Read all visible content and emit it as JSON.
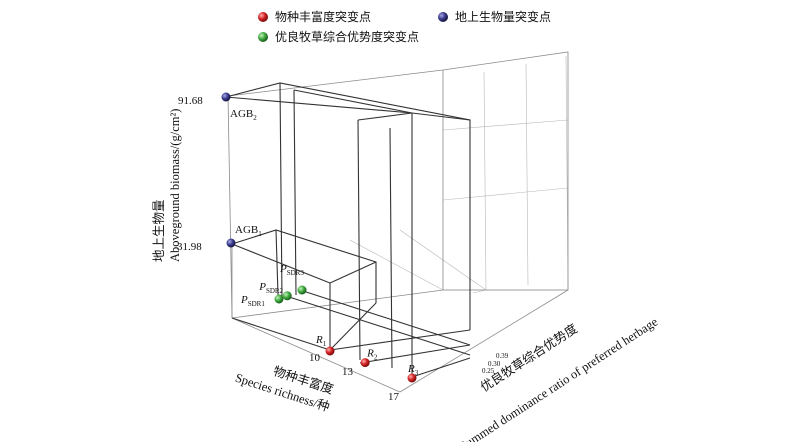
{
  "chart_data": {
    "type": "scatter",
    "title": "",
    "legend": {
      "placement": "top",
      "items": [
        {
          "label": "物种丰富度突变点",
          "color": "#d22020"
        },
        {
          "label": "地上生物量突变点",
          "color": "#3a3a8c"
        },
        {
          "label": "优良牧草综合优势度突变点",
          "color": "#3ea83e"
        }
      ]
    },
    "axes": {
      "x": {
        "label_cn": "物种丰富度",
        "label_en": "Species richness/种",
        "ticks": [
          "10",
          "13",
          "17"
        ]
      },
      "y": {
        "label_cn": "优良牧草综合优势度",
        "label_en": "Summed dominance ratio of preferred herbage",
        "ticks": [
          "0.25",
          "0.30",
          "0.39"
        ]
      },
      "z": {
        "label_cn": "地上生物量",
        "label_en": "Aboveground biomass/(g/cm²)",
        "ticks": [
          "31.98",
          "91.68"
        ]
      }
    },
    "series": [
      {
        "name": "物种丰富度突变点",
        "color": "#d22020",
        "points": [
          {
            "label_main": "R",
            "label_sub": "1",
            "x": 10
          },
          {
            "label_main": "R",
            "label_sub": "2",
            "x": 13
          },
          {
            "label_main": "R",
            "label_sub": "3",
            "x": 17
          }
        ]
      },
      {
        "name": "地上生物量突变点",
        "color": "#3a3a8c",
        "points": [
          {
            "label_main": "AGB",
            "label_sub": "1",
            "z": 31.98
          },
          {
            "label_main": "AGB",
            "label_sub": "2",
            "z": 91.68
          }
        ]
      },
      {
        "name": "优良牧草综合优势度突变点",
        "color": "#3ea83e",
        "points": [
          {
            "label_main": "P",
            "label_sub": "SDR1",
            "y": 0.25
          },
          {
            "label_main": "P",
            "label_sub": "SDR2",
            "y": 0.3
          },
          {
            "label_main": "P",
            "label_sub": "SDR3",
            "y": 0.39
          }
        ]
      }
    ],
    "grid": true
  }
}
